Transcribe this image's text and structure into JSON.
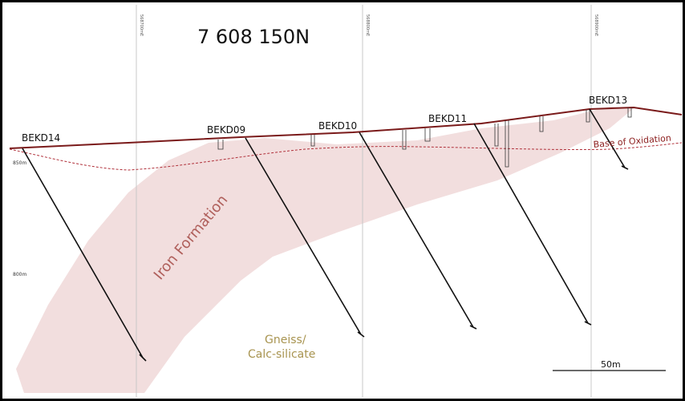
{
  "title": "7 608 150N",
  "grid_lines": [
    {
      "label": "568700mE"
    },
    {
      "label": "568800mE"
    },
    {
      "label": "568900mE"
    }
  ],
  "elevation_labels": [
    {
      "label": "850m"
    },
    {
      "label": "800m"
    }
  ],
  "drillholes": [
    {
      "id": "BEKD14"
    },
    {
      "id": "BEKD09"
    },
    {
      "id": "BEKD10"
    },
    {
      "id": "BEKD11"
    },
    {
      "id": "BEKD13"
    }
  ],
  "units": {
    "iron_formation": "Iron Formation",
    "gneiss_line1": "Gneiss/",
    "gneiss_line2": "Calc-silicate",
    "base_of_oxidation": "Base of Oxidation"
  },
  "scale_bar": {
    "label": "50m"
  },
  "colors": {
    "iron_formation_fill": "#f2dede",
    "topography": "#7a1a1a",
    "oxidation": "#b0303a",
    "drillhole": "#111111",
    "frame": "#000000"
  }
}
